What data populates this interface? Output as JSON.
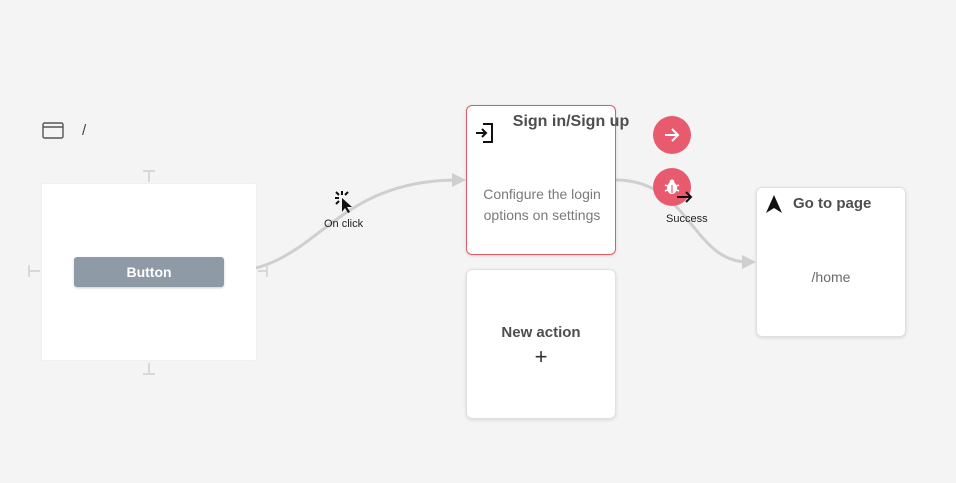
{
  "page_header": {
    "path": "/"
  },
  "canvas": {
    "button_label": "Button"
  },
  "edges": {
    "on_click_label": "On click",
    "success_label": "Success"
  },
  "signin_node": {
    "title": "Sign in/Sign up",
    "description": "Configure the login options on settings"
  },
  "new_action_node": {
    "label": "New action",
    "plus": "+"
  },
  "goto_node": {
    "title": "Go to page",
    "route": "/home"
  },
  "icons": {
    "page": "browser-window-icon",
    "signin": "login-icon",
    "click": "cursor-click-icon",
    "arrow": "arrow-right-icon",
    "bug": "bug-icon",
    "navigate": "navigation-arrow-icon"
  },
  "colors": {
    "accent": "#e85a6e",
    "button": "#8e9aa6",
    "edge": "#cfcfcf"
  }
}
